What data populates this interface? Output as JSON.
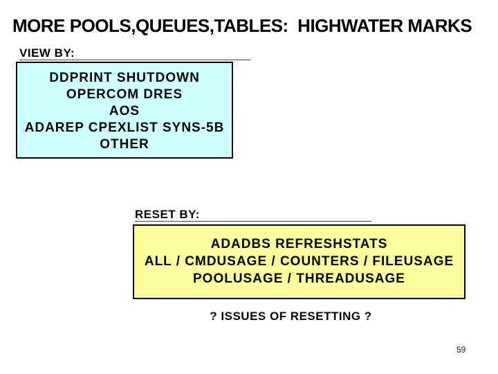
{
  "slide": {
    "title": "MORE POOLS,QUEUES,TABLES:  HIGHWATER MARKS",
    "view_by": {
      "label": "VIEW BY:",
      "items": [
        "DDPRINT SHUTDOWN",
        "OPERCOM DRES",
        "AOS",
        "ADAREP CPEXLIST SYNS-5B",
        "OTHER"
      ]
    },
    "reset_by": {
      "label": "RESET BY:",
      "items": [
        "ADADBS REFRESHSTATS",
        "ALL / CMDUSAGE / COUNTERS / FILEUSAGE",
        "POOLUSAGE / THREADUSAGE"
      ]
    },
    "footer_question": "? ISSUES OF RESETTING ?",
    "page_number": "59",
    "colors": {
      "view_box_bg": "#ccffff",
      "reset_box_bg": "#fbfb9b",
      "box_border": "#000000",
      "background": "#ffffff"
    }
  }
}
